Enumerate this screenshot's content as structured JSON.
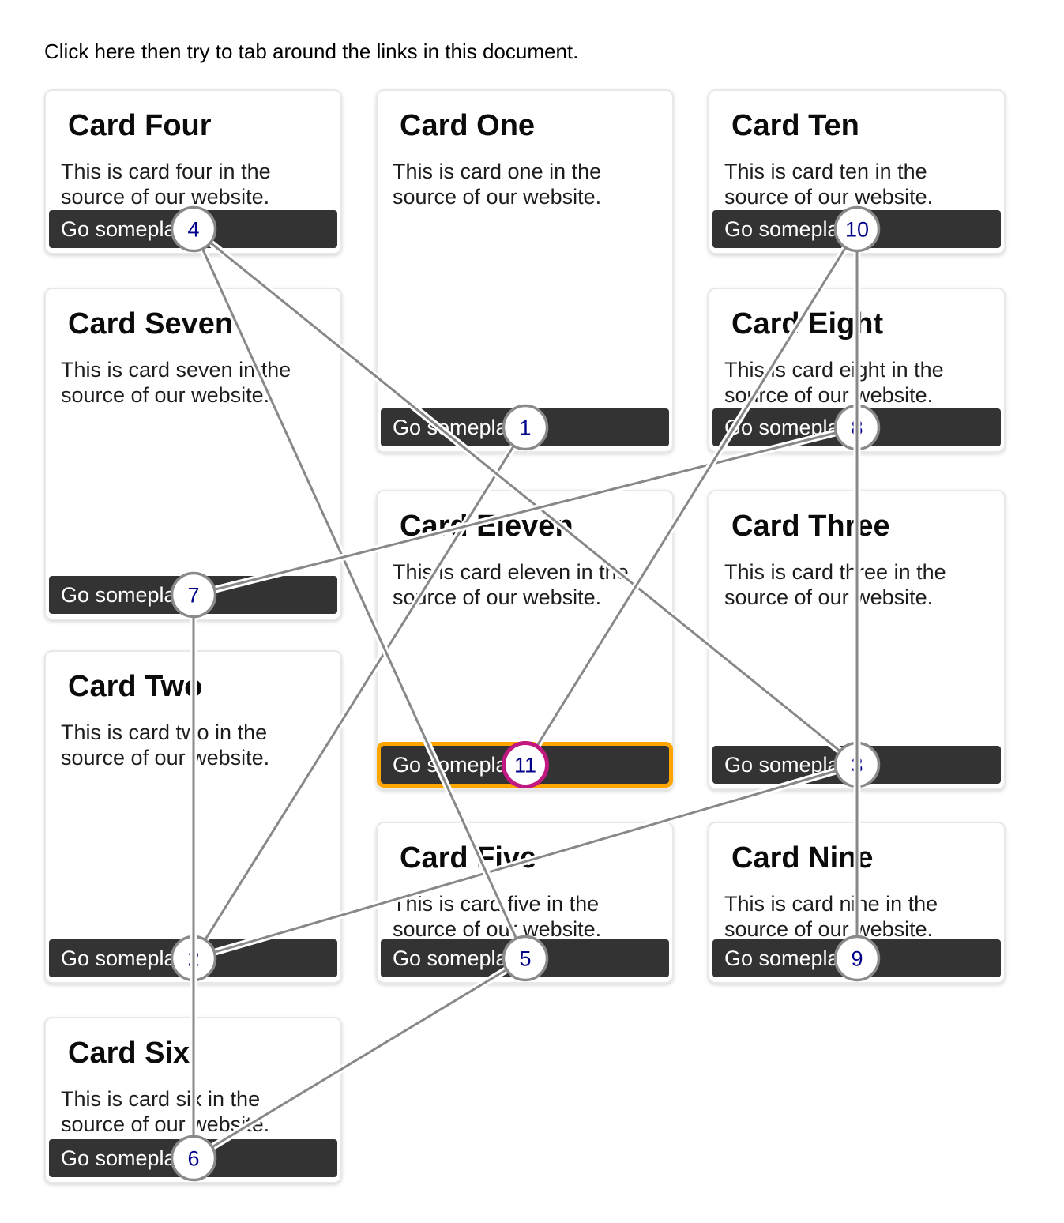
{
  "page": {
    "instruction": "Click here then try to tab around the links in this document."
  },
  "cards": [
    {
      "id": "one",
      "title": "Card One",
      "body": "This is card one in the source of our website.",
      "button_label": "Go someplace",
      "tab_index": 1,
      "focused": false
    },
    {
      "id": "two",
      "title": "Card Two",
      "body": "This is card two in the source of our website.",
      "button_label": "Go someplace",
      "tab_index": 2,
      "focused": false
    },
    {
      "id": "three",
      "title": "Card Three",
      "body": "This is card three in the source of our website.",
      "button_label": "Go someplace",
      "tab_index": 3,
      "focused": false
    },
    {
      "id": "four",
      "title": "Card Four",
      "body": "This is card four in the source of our website.",
      "button_label": "Go someplace",
      "tab_index": 4,
      "focused": false
    },
    {
      "id": "five",
      "title": "Card Five",
      "body": "This is card five in the source of our website.",
      "button_label": "Go someplace",
      "tab_index": 5,
      "focused": false
    },
    {
      "id": "six",
      "title": "Card Six",
      "body": "This is card six in the source of our website.",
      "button_label": "Go someplace",
      "tab_index": 6,
      "focused": false
    },
    {
      "id": "seven",
      "title": "Card Seven",
      "body": "This is card seven in the source of our website.",
      "button_label": "Go someplace",
      "tab_index": 7,
      "focused": false
    },
    {
      "id": "eight",
      "title": "Card Eight",
      "body": "This is card eight in the source of our website.",
      "button_label": "Go someplace",
      "tab_index": 8,
      "focused": false
    },
    {
      "id": "nine",
      "title": "Card Nine",
      "body": "This is card nine in the source of our website.",
      "button_label": "Go someplace",
      "tab_index": 9,
      "focused": false
    },
    {
      "id": "ten",
      "title": "Card Ten",
      "body": "This is card ten in the source of our website.",
      "button_label": "Go someplace",
      "tab_index": 10,
      "focused": false
    },
    {
      "id": "eleven",
      "title": "Card Eleven",
      "body": "This is card eleven in the source of our website.",
      "button_label": "Go someplace",
      "tab_index": 11,
      "focused": true
    }
  ],
  "tab_order": [
    "one",
    "two",
    "three",
    "four",
    "five",
    "six",
    "seven",
    "eight",
    "nine",
    "ten",
    "eleven"
  ],
  "overlay": {
    "line_color": "#888888",
    "line_casing_color": "#ffffff",
    "badge_fill": "#ffffff",
    "badge_border_color": "#8a8a8a",
    "badge_active_border_color": "#c01880",
    "badge_number_color": "#00008b",
    "focus_ring_color": "#ffa500"
  }
}
